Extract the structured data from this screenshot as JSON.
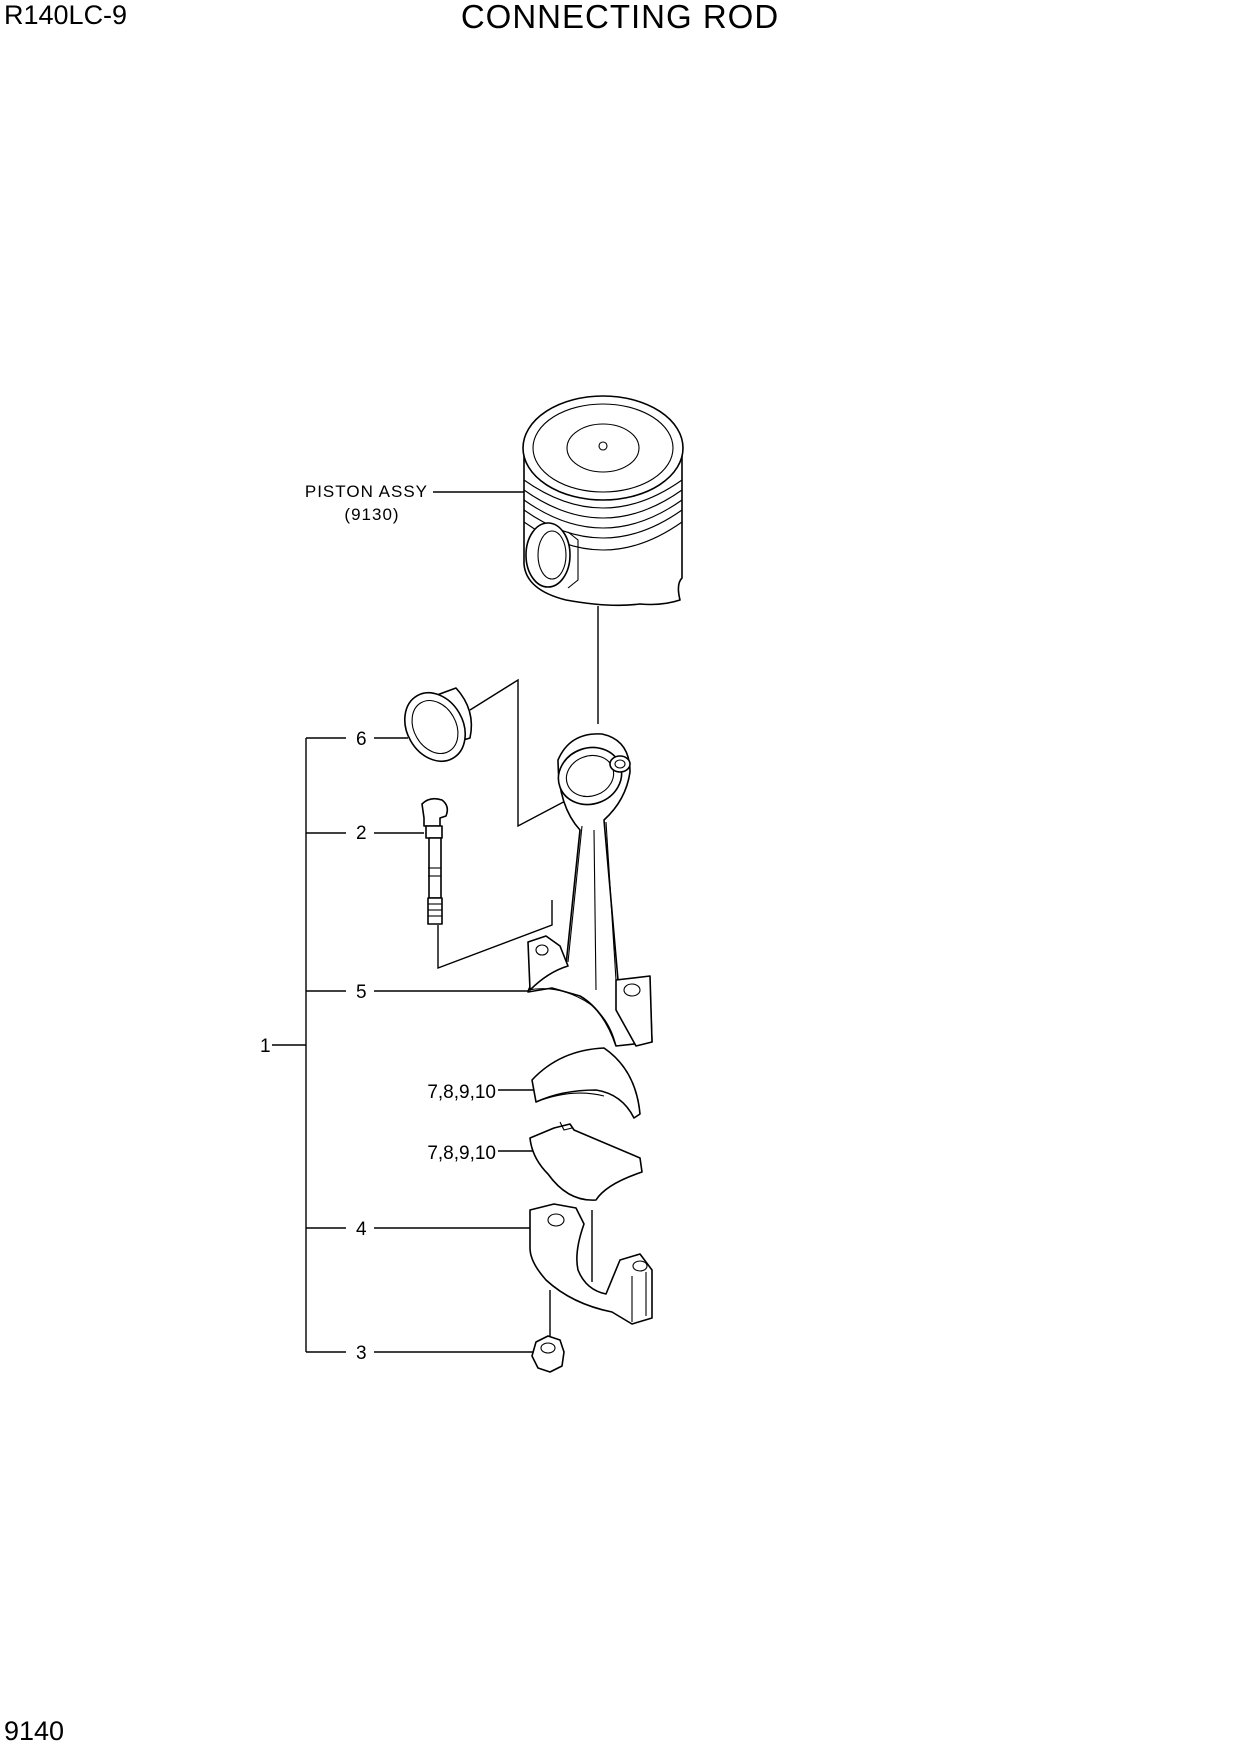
{
  "header": {
    "model": "R140LC-9",
    "title": "CONNECTING ROD"
  },
  "footer": {
    "page_number": "9140"
  },
  "callouts": {
    "piston_assy_label": "PISTON ASSY",
    "piston_assy_ref": "(9130)",
    "item_1": "1",
    "item_2": "2",
    "item_3": "3",
    "item_4": "4",
    "item_5": "5",
    "item_6": "6",
    "bearing_upper": "7,8,9,10",
    "bearing_lower": "7,8,9,10"
  }
}
